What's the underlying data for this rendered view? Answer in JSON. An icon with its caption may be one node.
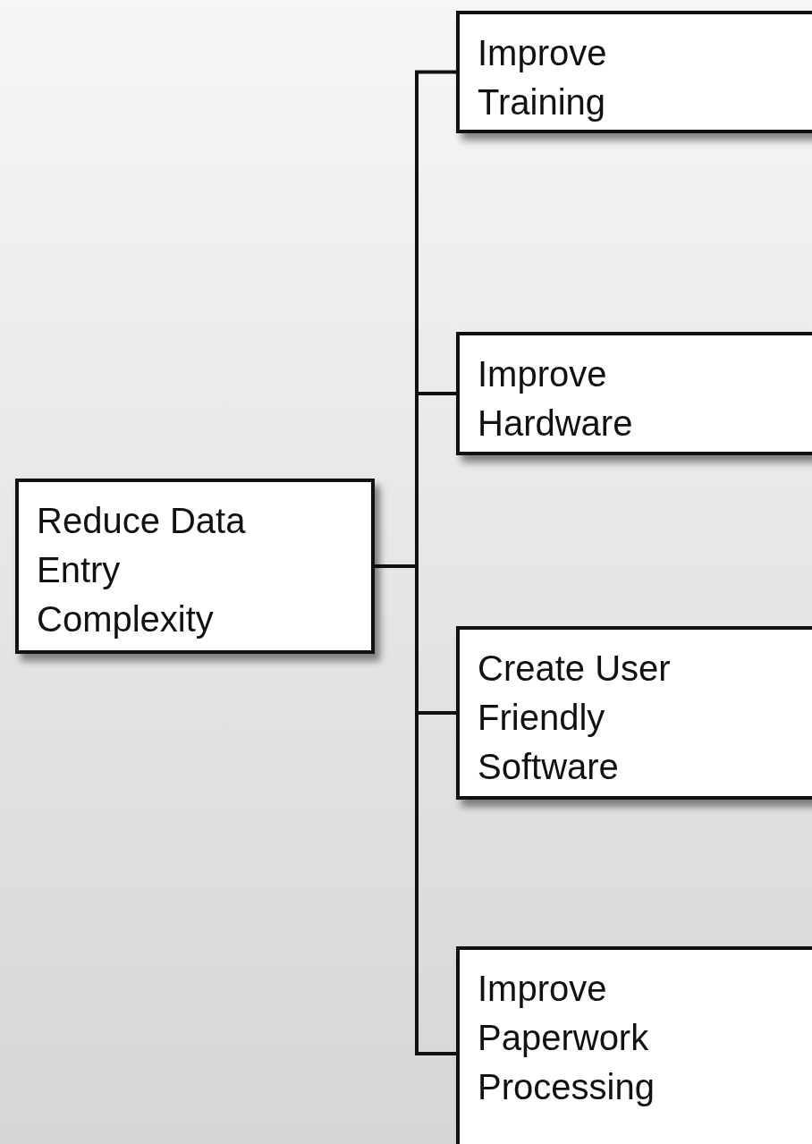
{
  "diagram": {
    "nodes": [
      {
        "text": [
          "Reduce Data Entry Complexity"
        ]
      },
      {
        "text": [
          "Improve Training"
        ]
      },
      {
        "text": [
          "Improve Hardware"
        ]
      },
      {
        "text": [
          "Create User Friendly Software"
        ]
      },
      {
        "text": [
          "Improve Paperwork Processing"
        ]
      }
    ],
    "edges": [
      {
        "from": 0,
        "to": 1,
        "arrow": "none"
      },
      {
        "from": 0,
        "to": 2,
        "arrow": "none"
      },
      {
        "from": 0,
        "to": 3,
        "arrow": "none"
      },
      {
        "from": 0,
        "to": 4,
        "arrow": "none"
      }
    ]
  }
}
